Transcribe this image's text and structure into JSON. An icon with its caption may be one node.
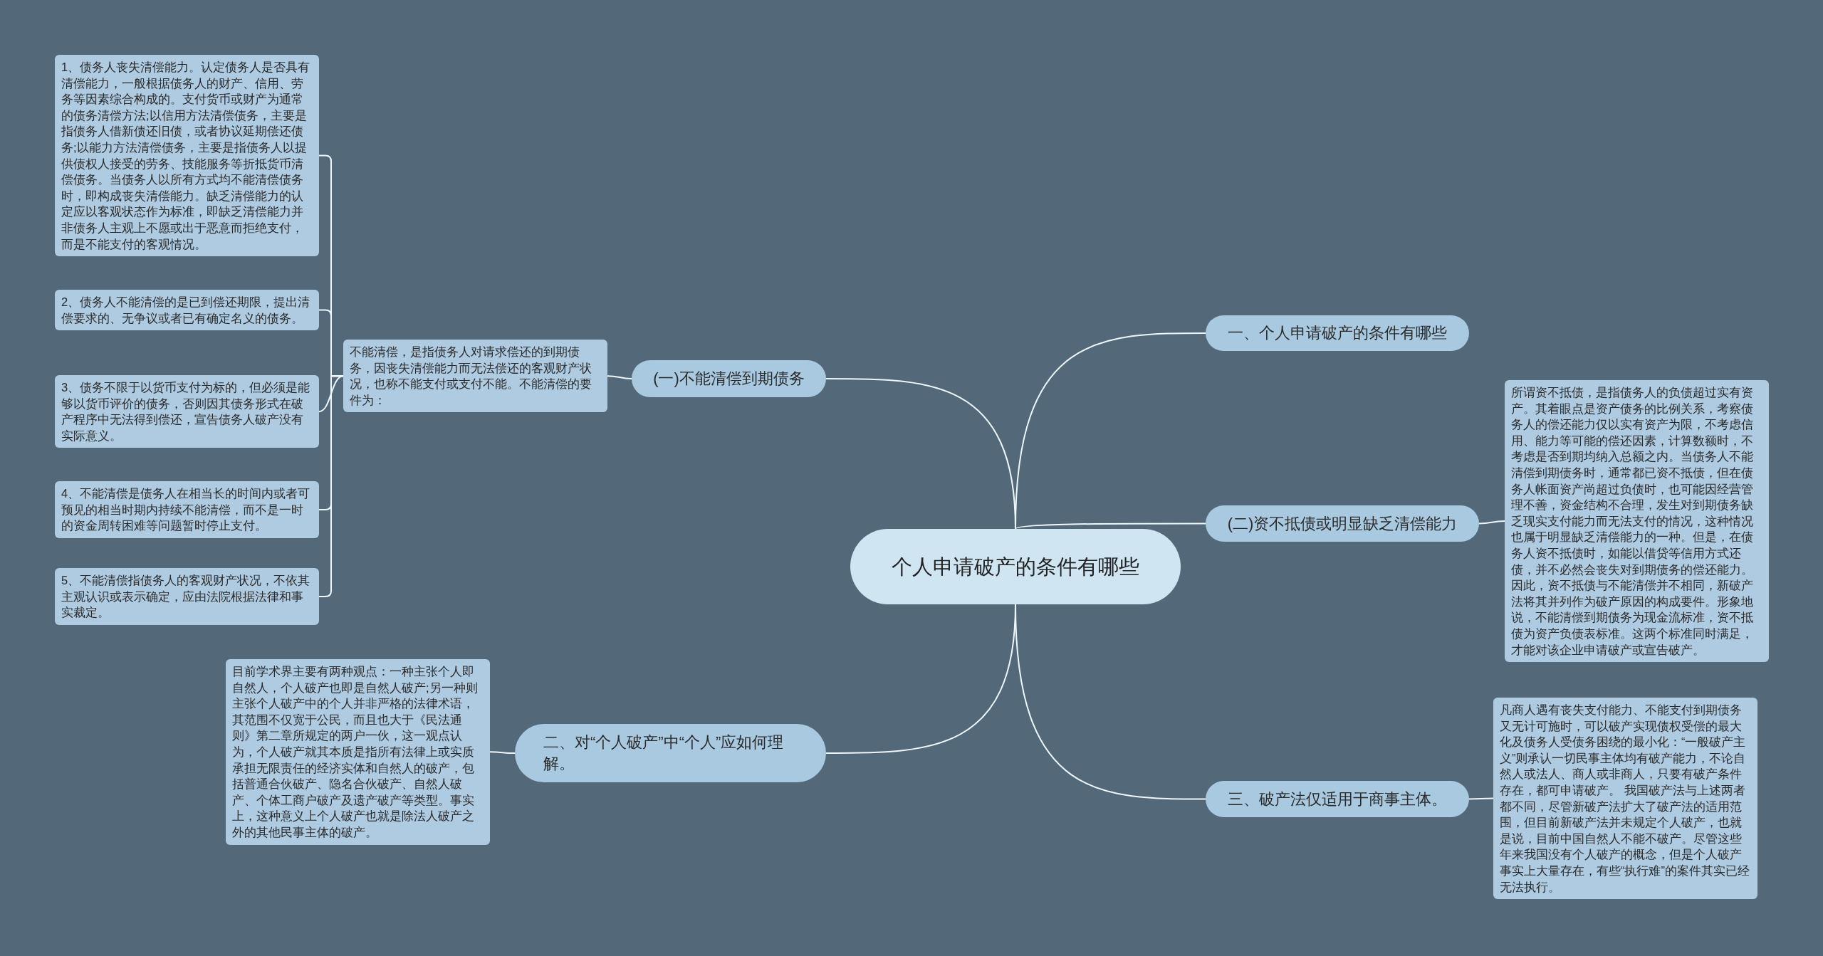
{
  "diagram": {
    "nodes": [
      {
        "text": [
          "个人申请破产的条件有哪些"
        ]
      },
      {
        "text": [
          "一、个人申请破产的条件有哪些"
        ]
      },
      {
        "text": [
          "(二)资不抵债或明显缺乏清偿能力"
        ]
      },
      {
        "text": [
          "三、破产法仅适用于商事主体。"
        ]
      },
      {
        "text": [
          "(一)不能清偿到期债务"
        ]
      },
      {
        "text": [
          "二、对“个人破产”中“个人”应如何理解。"
        ]
      },
      {
        "text": [
          "不能清偿，是指债务人对请求偿还的到期债务，因丧失清偿能力而无法偿还的客观财产状况，也称不能支付或支付不能。不能清偿的要件为："
        ]
      },
      {
        "text": [
          "1、债务人丧失清偿能力。认定债务人是否具有清偿能力，一般根据债务人的财产、信用、劳务等因素综合构成的。支付货币或财产为通常的债务清偿方法;以信用方法清偿债务，主要是指债务人借新债还旧债，或者协议延期偿还债务;以能力方法清偿债务，主要是指债务人以提供债权人接受的劳务、技能服务等折抵货币清偿债务。当债务人以所有方式均不能清偿债务时，即构成丧失清偿能力。缺乏清偿能力的认定应以客观状态作为标准，即缺乏清偿能力并非债务人主观上不愿或出于恶意而拒绝支付，而是不能支付的客观情况。"
        ]
      },
      {
        "text": [
          "2、债务人不能清偿的是已到偿还期限，提出清偿要求的、无争议或者已有确定名义的债务。"
        ]
      },
      {
        "text": [
          "3、债务不限于以货币支付为标的，但必须是能够以货币评价的债务，否则因其债务形式在破产程序中无法得到偿还，宣告债务人破产没有实际意义。"
        ]
      },
      {
        "text": [
          "4、不能清偿是债务人在相当长的时间内或者可预见的相当时期内持续不能清偿，而不是一时的资金周转困难等问题暂时停止支付。"
        ]
      },
      {
        "text": [
          "5、不能清偿指债务人的客观财产状况，不依其主观认识或表示确定，应由法院根据法律和事实裁定。"
        ]
      },
      {
        "text": [
          "目前学术界主要有两种观点：一种主张个人即自然人，个人破产也即是自然人破产;另一种则主张个人破产中的个人并非严格的法律术语，其范围不仅宽于公民，而且也大于《民法通则》第二章所规定的两户一伙，这一观点认为，个人破产就其本质是指所有法律上或实质承担无限责任的经济实体和自然人的破产，包括普通合伙破产、隐名合伙破产、自然人破产、个体工商户破产及遗产破产等类型。事实上，这种意义上个人破产也就是除法人破产之外的其他民事主体的破产。"
        ]
      },
      {
        "text": [
          "所谓资不抵债，是指债务人的负债超过实有资产。其着眼点是资产债务的比例关系，考察债务人的偿还能力仅以实有资产为限，不考虑信用、能力等可能的偿还因素，计算数额时，不考虑是否到期均纳入总额之内。当债务人不能清偿到期债务时，通常都已资不抵债，但在债务人帐面资产尚超过负债时，也可能因经营管理不善，资金结构不合理，发生对到期债务缺乏现实支付能力而无法支付的情况，这种情况也属于明显缺乏清偿能力的一种。但是，在债务人资不抵债时，如能以借贷等信用方式还债，并不必然会丧失对到期债务的偿还能力。因此，资不抵债与不能清偿并不相同，新破产法将其并列作为破产原因的构成要件。形象地说，不能清偿到期债务为现金流标准，资不抵债为资产负债表标准。这两个标准同时满足，才能对该企业申请破产或宣告破产。"
        ]
      },
      {
        "text": [
          "凡商人遇有丧失支付能力、不能支付到期债务又无计可施时，可以破产实现债权受偿的最大化及债务人受债务困绕的最小化：“一般破产主义”则承认一切民事主体均有破产能力，不论自然人或法人、商人或非商人，只要有破产条件存在，都可申请破产。 我国破产法与上述两者都不同，尽管新破产法扩大了破产法的适用范围，但目前新破产法并未规定个人破产，也就是说，目前中国自然人不能不破产。尽管这些年来我国没有个人破产的概念，但是个人破产事实上大量存在，有些“执行难”的案件其实已经无法执行。"
        ]
      }
    ],
    "edges": [
      {
        "from": 0,
        "to": 1,
        "arrow": "none"
      },
      {
        "from": 0,
        "to": 2,
        "arrow": "none"
      },
      {
        "from": 0,
        "to": 3,
        "arrow": "none"
      },
      {
        "from": 0,
        "to": 4,
        "arrow": "none"
      },
      {
        "from": 0,
        "to": 5,
        "arrow": "none"
      },
      {
        "from": 4,
        "to": 6,
        "arrow": "none"
      },
      {
        "from": 6,
        "to": 7,
        "arrow": "none"
      },
      {
        "from": 6,
        "to": 8,
        "arrow": "none"
      },
      {
        "from": 6,
        "to": 9,
        "arrow": "none"
      },
      {
        "from": 6,
        "to": 10,
        "arrow": "none"
      },
      {
        "from": 6,
        "to": 11,
        "arrow": "none"
      },
      {
        "from": 5,
        "to": 12,
        "arrow": "none"
      },
      {
        "from": 2,
        "to": 13,
        "arrow": "none"
      },
      {
        "from": 3,
        "to": 14,
        "arrow": "none"
      }
    ]
  }
}
